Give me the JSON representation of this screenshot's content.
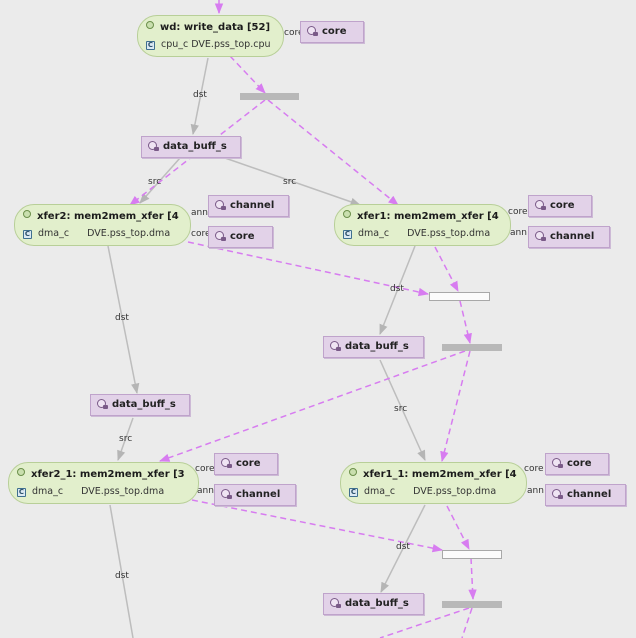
{
  "actions": {
    "wd": {
      "title": "wd: write_data [52]",
      "context": "cpu_c",
      "path": "DVE.pss_top.cpu"
    },
    "xfer2": {
      "title": "xfer2: mem2mem_xfer [4",
      "context": "dma_c",
      "path": "DVE.pss_top.dma"
    },
    "xfer1": {
      "title": "xfer1: mem2mem_xfer [4",
      "context": "dma_c",
      "path": "DVE.pss_top.dma"
    },
    "xfer2_1": {
      "title": "xfer2_1: mem2mem_xfer [3",
      "context": "dma_c",
      "path": "DVE.pss_top.dma"
    },
    "xfer1_1": {
      "title": "xfer1_1: mem2mem_xfer [4",
      "context": "dma_c",
      "path": "DVE.pss_top.dma"
    }
  },
  "resources": {
    "wd_core": "core",
    "xfer2_channel": "channel",
    "xfer2_core": "core",
    "xfer1_core": "core",
    "xfer1_channel": "channel",
    "xfer2_1_core": "core",
    "xfer2_1_channel": "channel",
    "xfer1_1_core": "core",
    "xfer1_1_channel": "channel"
  },
  "buffers": {
    "buf1": "data_buff_s",
    "buf2": "data_buff_s",
    "buf3": "data_buff_s",
    "buf4": "data_buff_s"
  },
  "edge_labels": {
    "wd_dst": "dst",
    "buf1_src_a": "src",
    "buf1_src_b": "src",
    "xfer1_dst": "dst",
    "xfer2_dst": "dst",
    "buf2_src": "src",
    "buf3_src": "src",
    "xfer1_1_dst": "dst",
    "xfer2_1_dst": "dst"
  },
  "resource_link_labels": {
    "wd_core": "core",
    "xfer2_ann": "ann",
    "xfer2_core": "core",
    "xfer1_core": "core",
    "xfer1_ann": "ann",
    "xfer2_1_core": "core",
    "xfer2_1_ann": "ann",
    "xfer1_1_core": "core",
    "xfer1_1_ann": "ann"
  },
  "icons": {
    "action_status": "action-status-icon",
    "context": "component-context-icon",
    "resource": "resource-object-icon",
    "buffer": "buffer-object-icon"
  },
  "colors": {
    "background": "#ebebeb",
    "action_fill": "#e2efcc",
    "object_fill": "#e2d2e8",
    "data_flow": "#bdbdbd",
    "schedule_flow": "#d77cf0"
  }
}
